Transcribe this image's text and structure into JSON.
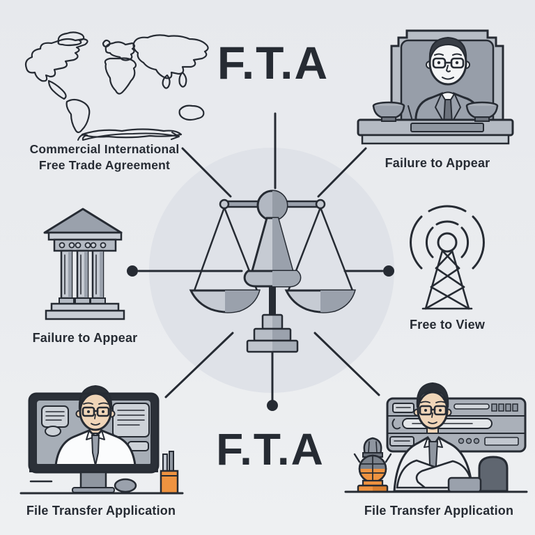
{
  "titles": {
    "top": "F.T.A",
    "bottom": "F.T.A"
  },
  "nodes": {
    "trade": {
      "line1": "Commercial International",
      "line2": "Free Trade Agreement",
      "icon": "world-map"
    },
    "judge": {
      "label": "Failure to Appear",
      "icon": "judge-at-bench"
    },
    "courthouse": {
      "label": "Failure to Appear",
      "icon": "courthouse-building"
    },
    "broadcast": {
      "label": "Free to View",
      "icon": "radio-tower"
    },
    "video_call": {
      "label": "File Transfer Application",
      "icon": "person-on-monitor"
    },
    "office": {
      "label": "File Transfer Application",
      "icon": "person-at-desk"
    }
  },
  "center": {
    "icon": "scales-of-justice"
  },
  "colors": {
    "background": "#eaecef",
    "center_circle": "#dfe2e8",
    "ink": "#262b33",
    "mid_gray": "#9aa1ac",
    "light_gray": "#c9ced6",
    "dark_frame": "#2b3038",
    "accent_orange": "#ef9340",
    "skin": "#f0d5b8"
  }
}
